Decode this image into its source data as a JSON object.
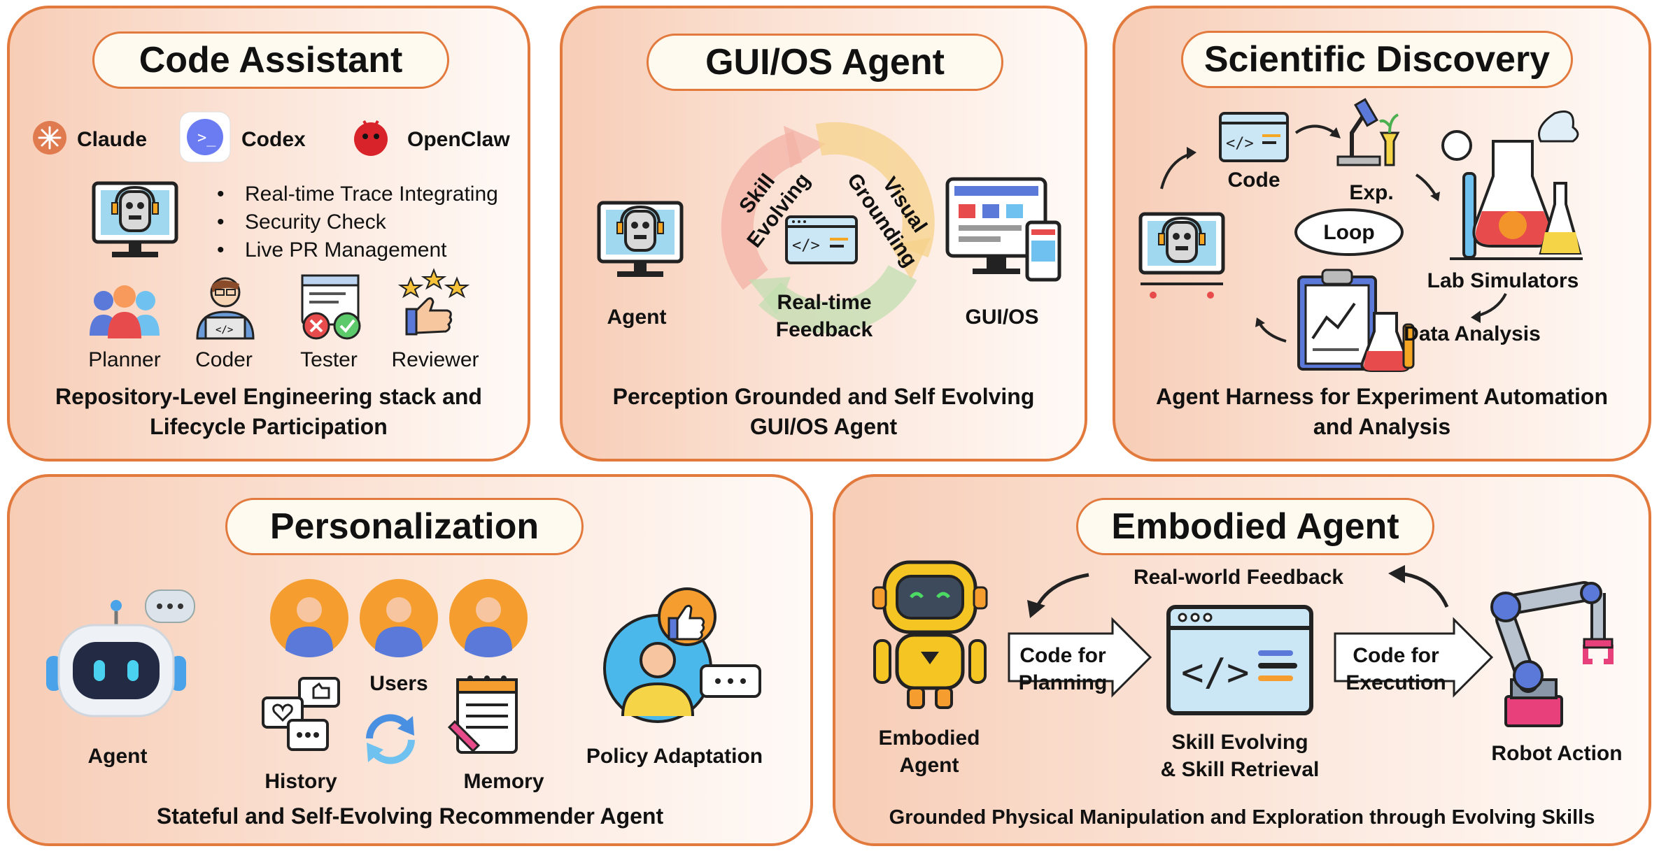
{
  "panels": {
    "code": {
      "title": "Code Assistant",
      "tools": [
        "Claude",
        "Codex",
        "OpenClaw"
      ],
      "bullets": [
        "Real-time Trace Integrating",
        "Security Check",
        "Live PR Management"
      ],
      "roles": [
        "Planner",
        "Coder",
        "Tester",
        "Reviewer"
      ],
      "caption_line1": "Repository-Level Engineering stack and",
      "caption_line2": "Lifecycle Participation"
    },
    "gui": {
      "title": "GUI/OS Agent",
      "agent_label": "Agent",
      "gui_label": "GUI/OS",
      "skill_line1": "Skill",
      "skill_line2": "Evolving",
      "visual_line1": "Visual",
      "visual_line2": "Grounding",
      "feedback_line1": "Real-time",
      "feedback_line2": "Feedback",
      "caption_line1": "Perception Grounded and Self Evolving",
      "caption_line2": "GUI/OS Agent"
    },
    "sci": {
      "title": "Scientific Discovery",
      "code_label": "Code",
      "exp_label": "Exp.",
      "loop_label": "Loop",
      "lab_label": "Lab Simulators",
      "data_label": "Data Analysis",
      "caption_line1": "Agent Harness for Experiment Automation",
      "caption_line2": "and Analysis"
    },
    "pers": {
      "title": "Personalization",
      "agent_label": "Agent",
      "users_label": "Users",
      "history_label": "History",
      "memory_label": "Memory",
      "policy_label": "Policy Adaptation",
      "caption": "Stateful and Self-Evolving Recommender Agent"
    },
    "emb": {
      "title": "Embodied Agent",
      "feedback_label": "Real-world Feedback",
      "agent_line1": "Embodied",
      "agent_line2": "Agent",
      "planning_line1": "Code for",
      "planning_line2": "Planning",
      "exec_line1": "Code for",
      "exec_line2": "Execution",
      "skill_line1": "Skill Evolving",
      "skill_line2": "& Skill Retrieval",
      "robot_label": "Robot Action",
      "caption": "Grounded Physical Manipulation and Exploration through Evolving Skills"
    }
  },
  "colors": {
    "border": "#e2793d",
    "accent_orange": "#f5a623",
    "accent_blue": "#5a79d9"
  }
}
